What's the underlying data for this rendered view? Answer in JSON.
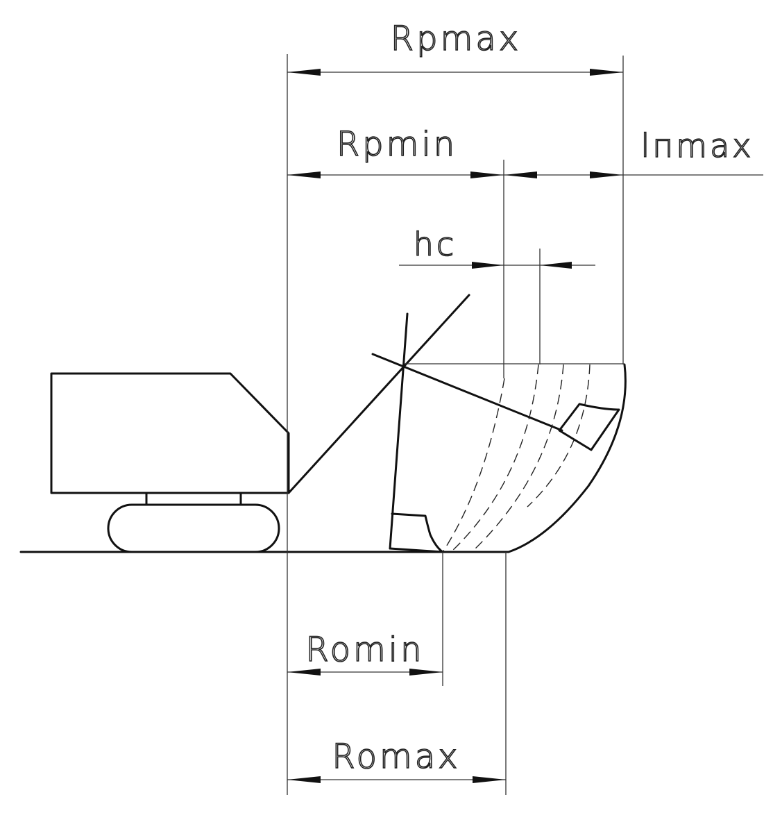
{
  "labels": {
    "rp_max": "Rpmax",
    "rp_min": "Rpmin",
    "l_n_max": "lпmax",
    "hc": "hc",
    "ro_min": "Romin",
    "ro_max": "Romax"
  }
}
